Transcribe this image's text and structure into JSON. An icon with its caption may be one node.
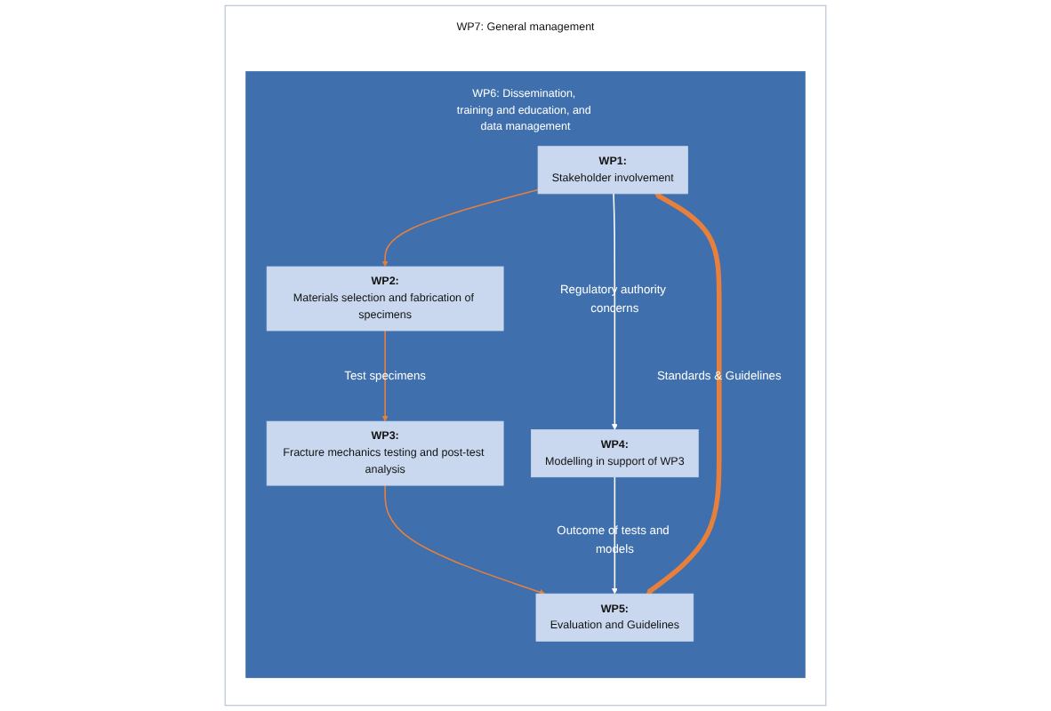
{
  "diagram": {
    "nodes": [
      {
        "text": [
          "WP7: General management"
        ]
      },
      {
        "text": [
          "WP6: Dissemination, training and education, and data management"
        ],
        "in": 0
      },
      {
        "text": [
          "WP1:",
          "Stakeholder involvement"
        ],
        "in": 1
      },
      {
        "text": [
          "WP2:",
          "Materials selection and fabrication of specimens"
        ],
        "in": 1
      },
      {
        "text": [
          "WP3:",
          "Fracture mechanics testing and post-test analysis"
        ],
        "in": 1
      },
      {
        "text": [
          "WP4:",
          "Modelling in support of WP3"
        ],
        "in": 1
      },
      {
        "text": [
          "WP5:",
          "Evaluation and Guidelines"
        ],
        "in": 1
      }
    ],
    "edges": [
      {
        "from": 2,
        "to": 5,
        "arrow": "to",
        "label": "Regulatory authority concerns",
        "color": "#ffffff"
      },
      {
        "from": 2,
        "to": 3,
        "arrow": "to"
      },
      {
        "from": 3,
        "to": 4,
        "arrow": "to",
        "label": "Test specimens"
      },
      {
        "from": 4,
        "to": 6,
        "arrow": "to"
      },
      {
        "from": 5,
        "to": 6,
        "arrow": "to",
        "label": "Outcome of tests and models",
        "color": "#ffffff"
      },
      {
        "from": 2,
        "to": 6,
        "arrow": "both",
        "label": "Standards & Guidelines",
        "style": "thick"
      }
    ]
  }
}
